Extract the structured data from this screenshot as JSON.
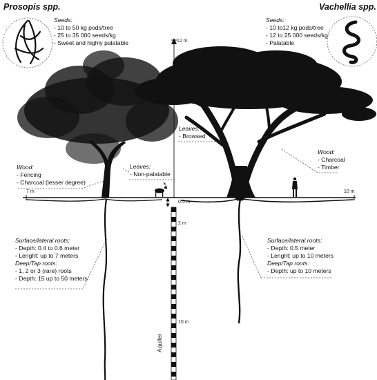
{
  "left": {
    "title": "Prosopis spp.",
    "seeds": {
      "heading": "Seeds:",
      "items": [
        "- 10 to 50 kg pods/tree",
        "- 25 to 35 000 seeds/kg",
        "- Sweet and highly palatable"
      ]
    },
    "wood": {
      "heading": "Wood:",
      "items": [
        "- Fencing",
        "- Charcoal (lesser degree)"
      ]
    },
    "leaves": {
      "heading": "Leaves:",
      "items": [
        "- Non-palatable"
      ]
    },
    "roots": {
      "surface_heading": "Surface/lateral roots:",
      "surface_items": [
        "- Depth: 0.4 to 0.6 meter",
        "- Lenght: up to 7 meters"
      ],
      "deep_heading": "Deep/Tap roots:",
      "deep_items": [
        "- 1, 2 or 3 (rare) roots",
        "- Depth: 15 up to 50 meters"
      ]
    }
  },
  "right": {
    "title": "Vachellia spp.",
    "seeds": {
      "heading": "Seeds:",
      "items": [
        "- 10 to12 kg pods/tree",
        "- 12 to 25 000 seeds/kg",
        "- Palatable"
      ]
    },
    "wood": {
      "heading": "Wood:",
      "items": [
        "- Charcoal",
        "- Timber"
      ]
    },
    "leaves": {
      "heading": "Leaves:",
      "items": [
        "- Browsed"
      ]
    },
    "roots": {
      "surface_heading": "Surface/lateral roots:",
      "surface_items": [
        "- Depth: 0.5 meter",
        "- Lenght: up to 10 meters"
      ],
      "deep_heading": "Deep/Tap roots:",
      "deep_items": [
        "- Depth: up to 10 meters"
      ]
    }
  },
  "scale": {
    "height_label": "12 m",
    "left_width_label": "7 m",
    "right_width_label": "10 m",
    "shallow_label": "0.5 m",
    "depth_2_label": "2 m",
    "depth_10_label": "10 m",
    "aquifer_label": "Aquifer"
  },
  "colors": {
    "ink": "#111111",
    "dash": "#555555"
  }
}
